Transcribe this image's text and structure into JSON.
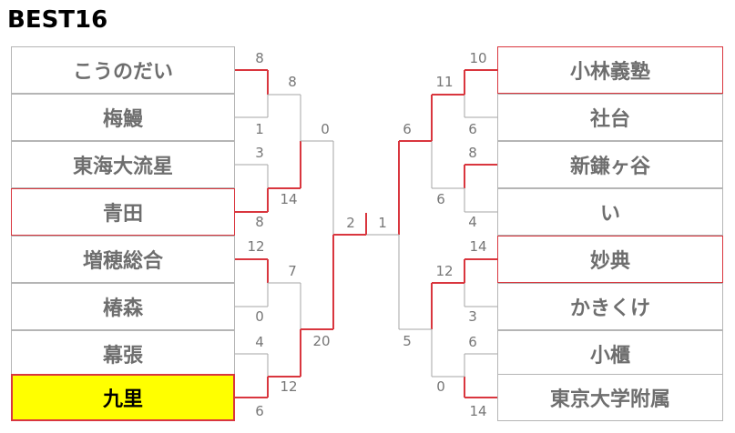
{
  "title": "BEST16",
  "left": {
    "teams": [
      {
        "name": "こうのだい",
        "state": "normal"
      },
      {
        "name": "梅鰻",
        "state": "normal"
      },
      {
        "name": "東海大流星",
        "state": "normal"
      },
      {
        "name": "青田",
        "state": "win"
      },
      {
        "name": "増穂総合",
        "state": "normal"
      },
      {
        "name": "椿森",
        "state": "normal"
      },
      {
        "name": "幕張",
        "state": "normal"
      },
      {
        "name": "九里",
        "state": "champion"
      }
    ],
    "round1": [
      {
        "top": "8",
        "bottom": "1"
      },
      {
        "top": "3",
        "bottom": "8"
      },
      {
        "top": "12",
        "bottom": "0"
      },
      {
        "top": "4",
        "bottom": "6"
      }
    ],
    "quarter": [
      {
        "top": "8",
        "bottom": "14"
      },
      {
        "top": "7",
        "bottom": "12"
      }
    ],
    "semi": {
      "top": "0",
      "bottom": "20"
    },
    "final": "2"
  },
  "right": {
    "teams": [
      {
        "name": "小林義塾",
        "state": "win"
      },
      {
        "name": "社台",
        "state": "normal"
      },
      {
        "name": "新鎌ヶ谷",
        "state": "normal"
      },
      {
        "name": "い",
        "state": "normal"
      },
      {
        "name": "妙典",
        "state": "win"
      },
      {
        "name": "かきくけ",
        "state": "normal"
      },
      {
        "name": "小櫃",
        "state": "normal"
      },
      {
        "name": "東京大学附属",
        "state": "normal"
      }
    ],
    "round1": [
      {
        "top": "10",
        "bottom": "6"
      },
      {
        "top": "8",
        "bottom": "4"
      },
      {
        "top": "14",
        "bottom": "3"
      },
      {
        "top": "6",
        "bottom": "14"
      }
    ],
    "quarter": [
      {
        "top": "11",
        "bottom": "6"
      },
      {
        "top": "12",
        "bottom": "0"
      }
    ],
    "semi": {
      "top": "6",
      "bottom": "5"
    },
    "final": "1"
  },
  "colors": {
    "win_line": "#d9363e",
    "line": "#a6a6a6",
    "champion_fill": "#ffff00"
  }
}
